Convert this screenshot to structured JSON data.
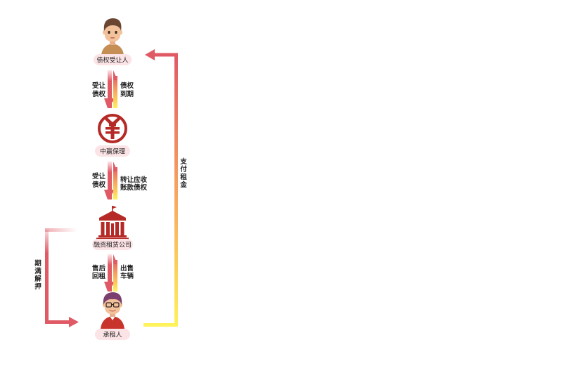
{
  "nodes": {
    "assignee": "债权受让人",
    "factoring": "中赢保理",
    "leasing": "融资租赁公司",
    "lessee": "承租人"
  },
  "edges": {
    "assignee_factoring": {
      "left": [
        "受让",
        "债权"
      ],
      "right": [
        "债权",
        "到期"
      ]
    },
    "factoring_leasing": {
      "left": [
        "受让",
        "债权"
      ],
      "right": [
        "转让应收",
        "账款债权"
      ]
    },
    "leasing_lessee": {
      "left": [
        "售后",
        "回租"
      ],
      "right": [
        "出售",
        "车辆"
      ]
    },
    "rent": [
      "支",
      "付",
      "租",
      "金"
    ],
    "release": [
      "期",
      "满",
      "解",
      "押"
    ]
  },
  "colors": {
    "red": "#e05a66",
    "yellow": "#fff25a",
    "dark_red": "#b52a26",
    "pill": "#fbe3e6",
    "skin": "#f2c29a",
    "hair_brown": "#6a4632",
    "shirt_brown": "#c48e55",
    "hair_purple": "#7a3f6e",
    "shirt_red": "#c8342c"
  }
}
